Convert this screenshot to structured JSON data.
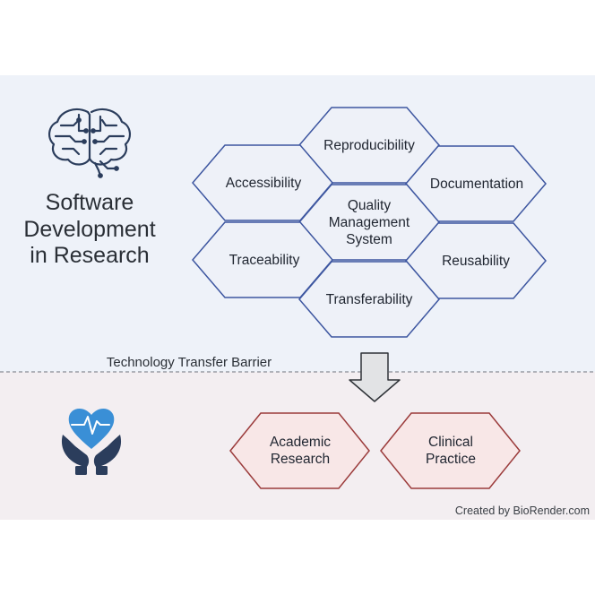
{
  "title": "Software\nDevelopment\nin Research",
  "hexagons": {
    "reproducibility": "Reproducibility",
    "accessibility": "Accessibility",
    "documentation": "Documentation",
    "quality": "Quality\nManagement\nSystem",
    "traceability": "Traceability",
    "reusability": "Reusability",
    "transferability": "Transferability"
  },
  "barrier_label": "Technology Transfer Barrier",
  "bottom": {
    "academic": "Academic\nResearch",
    "clinical": "Clinical\nPractice"
  },
  "icons": {
    "top": "circuit-brain-icon",
    "bottom": "heart-in-hands-icon"
  },
  "credit": "Created by BioRender.com",
  "colors": {
    "top_band": "#eef2f9",
    "bottom_band": "#f3eef1",
    "hex_fill": "#eef1f8",
    "hex_stroke": "#3d56a0",
    "red_fill": "#f8e7e7",
    "red_stroke": "#9b3b3b",
    "icon_blue": "#2b3d5c",
    "heart_blue": "#3a8fd6"
  }
}
